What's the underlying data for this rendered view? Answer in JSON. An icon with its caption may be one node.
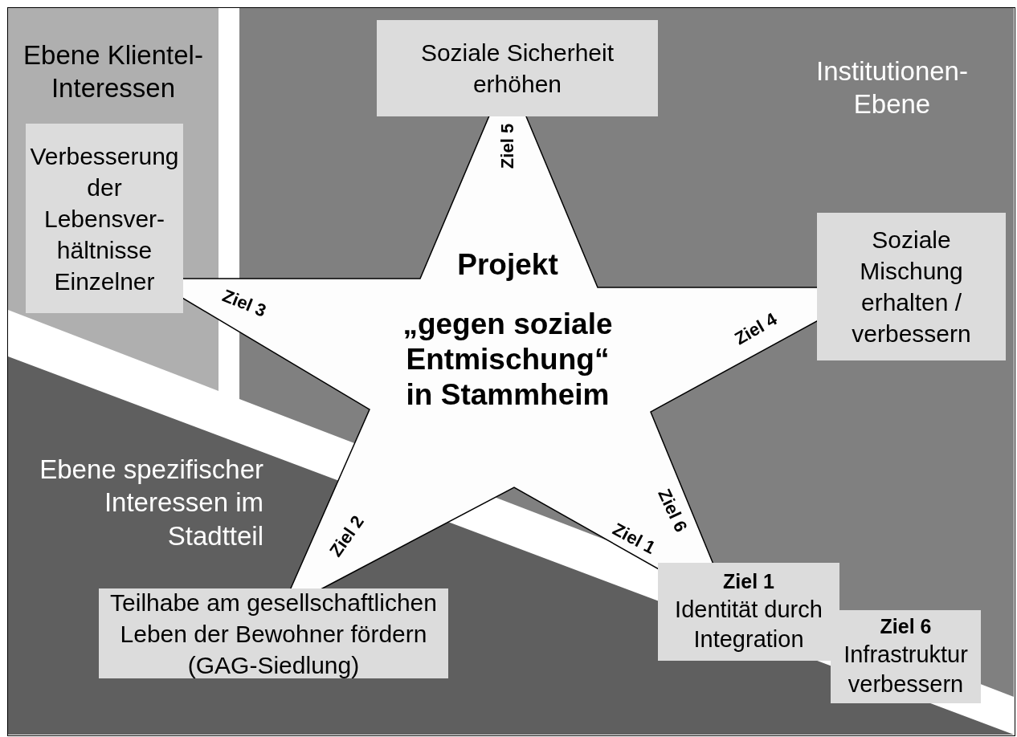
{
  "diagram": {
    "nodes": [
      {
        "text": [
          "Ebene Klientel-Interessen"
        ]
      },
      {
        "text": [
          "Verbesserung der Lebensver-hältnisse Einzelner"
        ],
        "in": 0
      },
      {
        "text": [
          "Institutionen-Ebene"
        ]
      },
      {
        "text": [
          "Soziale Sicherheit erhöhen"
        ],
        "in": 2
      },
      {
        "text": [
          "Soziale Mischung erhalten / verbessern"
        ],
        "in": 2
      },
      {
        "text": [
          "Ebene spezifischer Interessen im Stadtteil"
        ]
      },
      {
        "text": [
          "Teilhabe am gesellschaftlichen Leben der Bewohner fördern (GAG-Siedlung)"
        ],
        "in": 5
      },
      {
        "text": [
          "Projekt",
          "„gegen soziale Entmischung“ in Stammheim"
        ]
      },
      {
        "text": [
          "Ziel 1",
          "Identität durch Integration"
        ]
      },
      {
        "text": [
          "Ziel 6",
          "Infrastruktur verbessern"
        ]
      }
    ],
    "labels": [
      "Ziel 5",
      "Ziel 3",
      "Ziel 4",
      "Ziel 6",
      "Ziel 2",
      "Ziel 1"
    ]
  }
}
